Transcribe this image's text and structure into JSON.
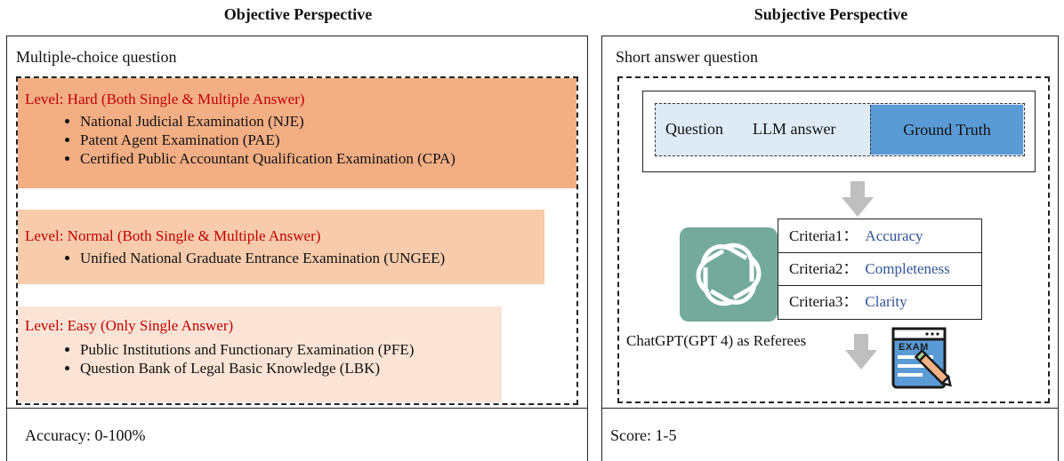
{
  "objective": {
    "heading": "Objective Perspective",
    "question_type": "Multiple-choice question",
    "levels": [
      {
        "title": "Level: Hard (Both Single & Multiple Answer)",
        "color": "#f3ae84",
        "items": [
          "National Judicial Examination (NJE)",
          "Patent Agent Examination (PAE)",
          "Certified Public Accountant Qualification Examination (CPA)"
        ]
      },
      {
        "title": "Level: Normal (Both Single & Multiple Answer)",
        "color": "#f7cbab",
        "items": [
          "Unified National Graduate Entrance Examination (UNGEE)"
        ]
      },
      {
        "title": "Level: Easy (Only Single Answer)",
        "color": "#fbe4d5",
        "items": [
          "Public Institutions and Functionary Examination (PFE)",
          "Question Bank of Legal Basic Knowledge (LBK)"
        ]
      }
    ],
    "metric": "Accuracy: 0-100%"
  },
  "subjective": {
    "heading": "Subjective Perspective",
    "question_type": "Short answer question",
    "inputs": {
      "question": "Question",
      "llm_answer": "LLM answer",
      "ground_truth": "Ground Truth"
    },
    "criteria": [
      {
        "label": "Criteria1：",
        "value": "Accuracy"
      },
      {
        "label": "Criteria2：",
        "value": "Completeness"
      },
      {
        "label": "Criteria3：",
        "value": "Clarity"
      }
    ],
    "referee": "ChatGPT(GPT 4) as Referees",
    "exam_icon_text": "EXAM",
    "metric": "Score: 1-5"
  },
  "colors": {
    "level_title": "#c00000",
    "ground_truth_bg": "#5b9bd5",
    "input_bg": "#deebf7",
    "chatgpt_bg": "#74aa9c",
    "criteria_value": "#2f5597",
    "arrow": "#bfbfbf"
  }
}
